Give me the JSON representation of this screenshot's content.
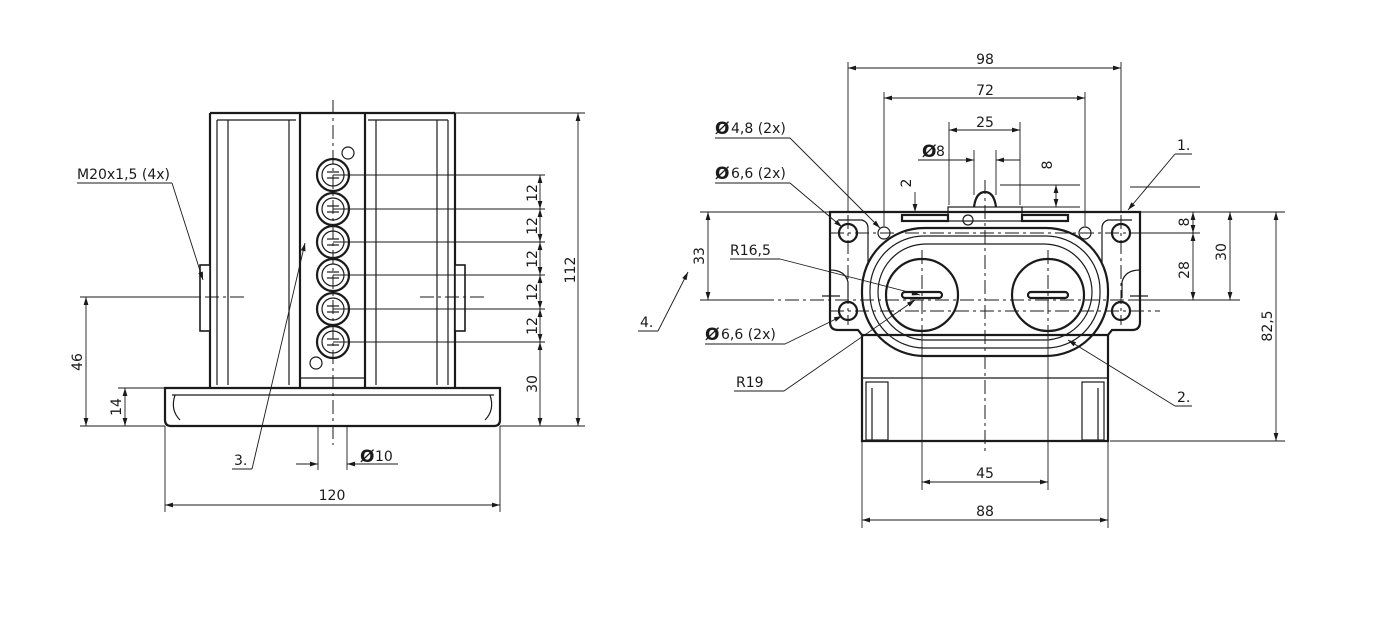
{
  "left_view": {
    "thread_note": "M20x1,5 (4x)",
    "dim_height_total": "112",
    "dim_pitch": "12",
    "dim_30": "30",
    "dim_46": "46",
    "dim_14": "14",
    "dim_width": "120",
    "dim_hole": "10",
    "item_3": "3."
  },
  "right_view": {
    "dim_98": "98",
    "dim_72": "72",
    "dim_25": "25",
    "dim_hole8": "8",
    "dim_8_top": "8",
    "dim_2": "2",
    "hole_48": "4,8 (2x)",
    "hole_66_top": "6,6 (2x)",
    "hole_66_bot": "6,6 (2x)",
    "r165": "R16,5",
    "r19": "R19",
    "dim_33": "33",
    "dim_8_right": "8",
    "dim_28": "28",
    "dim_30": "30",
    "dim_825": "82,5",
    "dim_45": "45",
    "dim_88": "88",
    "item_1": "1.",
    "item_2": "2.",
    "item_4": "4."
  },
  "symbols": {
    "diameter": "Ø"
  }
}
